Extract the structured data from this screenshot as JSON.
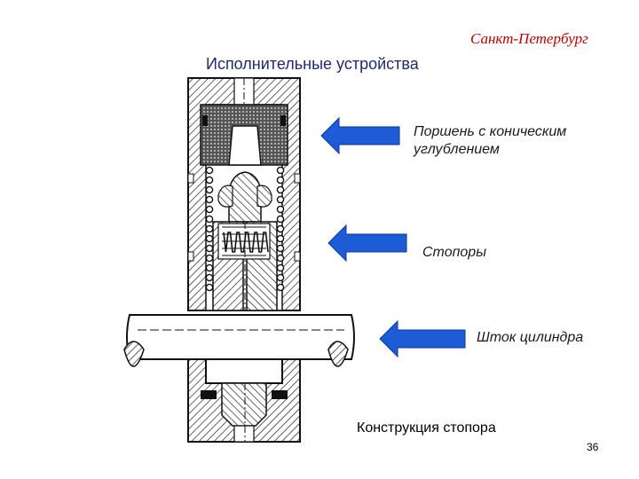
{
  "header": {
    "city": "Санкт-Петербург",
    "title": "Исполнительные устройства"
  },
  "labels": {
    "piston": [
      "Поршень с коническим",
      "углублением"
    ],
    "stoppers": "Стопоры",
    "rod": "Шток цилиндра"
  },
  "caption": "Конструкция стопора",
  "page_number": "36",
  "colors": {
    "arrow": "#1e5bd6",
    "city": "#c00000",
    "title": "#1f2a6e"
  },
  "icons": [
    "arrow-left-icon",
    "arrow-left-icon",
    "arrow-left-icon"
  ]
}
